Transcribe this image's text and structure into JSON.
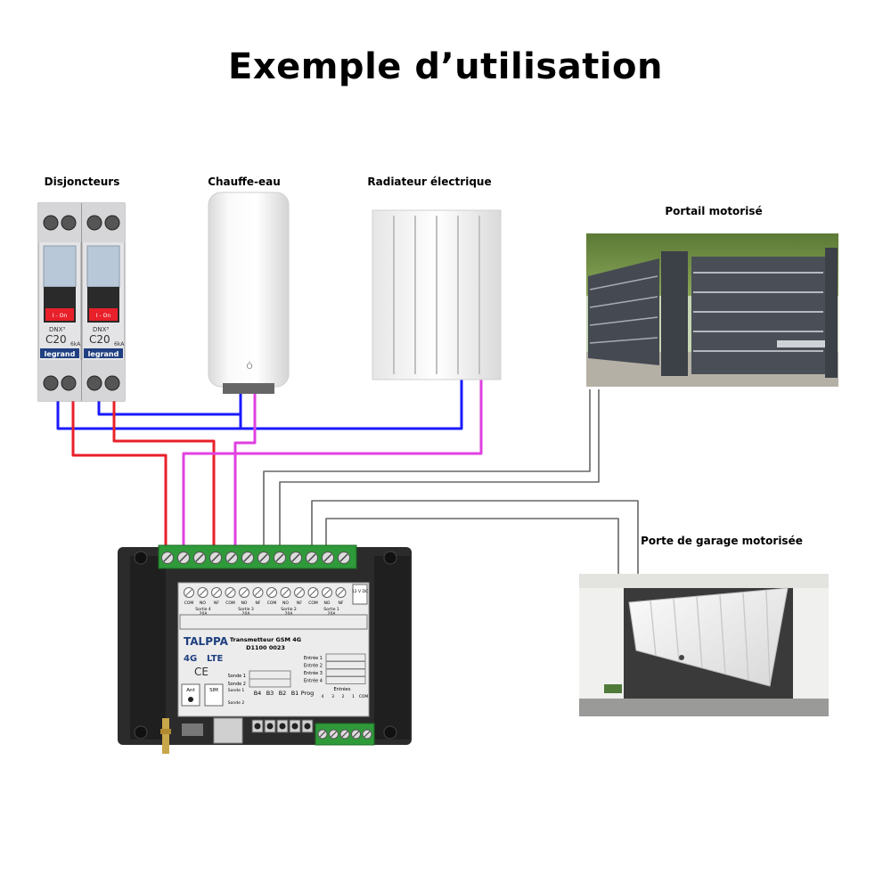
{
  "title": "Exemple d’utilisation",
  "labels": {
    "breakers": "Disjoncteurs",
    "water_heater": "Chauffe-eau",
    "radiator": "Radiateur électrique",
    "gate": "Portail motorisé",
    "garage": "Porte de garage motorisée"
  },
  "breaker": {
    "model": "DNX³",
    "rating": "C20",
    "current": "6kA",
    "brand": "legrand",
    "on_label": "I - On"
  },
  "water_heater_logo": "Ô",
  "device": {
    "brand": "TALPPA",
    "network": "4G",
    "network2": "LTE",
    "ce": "CE",
    "model_line1": "Transmetteur GSM 4G",
    "model_line2": "D1100 0023",
    "power": "12 V DC",
    "contacts": [
      "COM",
      "NO",
      "NF",
      "COM",
      "NO",
      "NF",
      "COM",
      "NO",
      "NF",
      "COM",
      "NO",
      "NF"
    ],
    "outputs": [
      {
        "name": "Sortie 4",
        "amp": "20A"
      },
      {
        "name": "Sortie 3",
        "amp": "20A"
      },
      {
        "name": "Sortie 2",
        "amp": "20A"
      },
      {
        "name": "Sortie 1",
        "amp": "20A"
      }
    ],
    "inputs": [
      "Entrée 1",
      "Entrée 2",
      "Entrée 3",
      "Entrée 4"
    ],
    "sensors": [
      "Sonde 1",
      "Sonde 2"
    ],
    "ant": "Ant",
    "sim": "SIM",
    "sensor_port": "Sonde 1",
    "sensor_port2": "Sonde 2",
    "buttons": [
      "B4",
      "B3",
      "B2",
      "B1",
      "Prog"
    ],
    "inputs_block": "Entrées",
    "input_numbers": [
      "4",
      "3",
      "2",
      "1",
      "COM"
    ]
  },
  "colors": {
    "neutral": "#1a1aff",
    "phase": "#e8202a",
    "switched": "#e040e0",
    "signal": "#666666"
  }
}
